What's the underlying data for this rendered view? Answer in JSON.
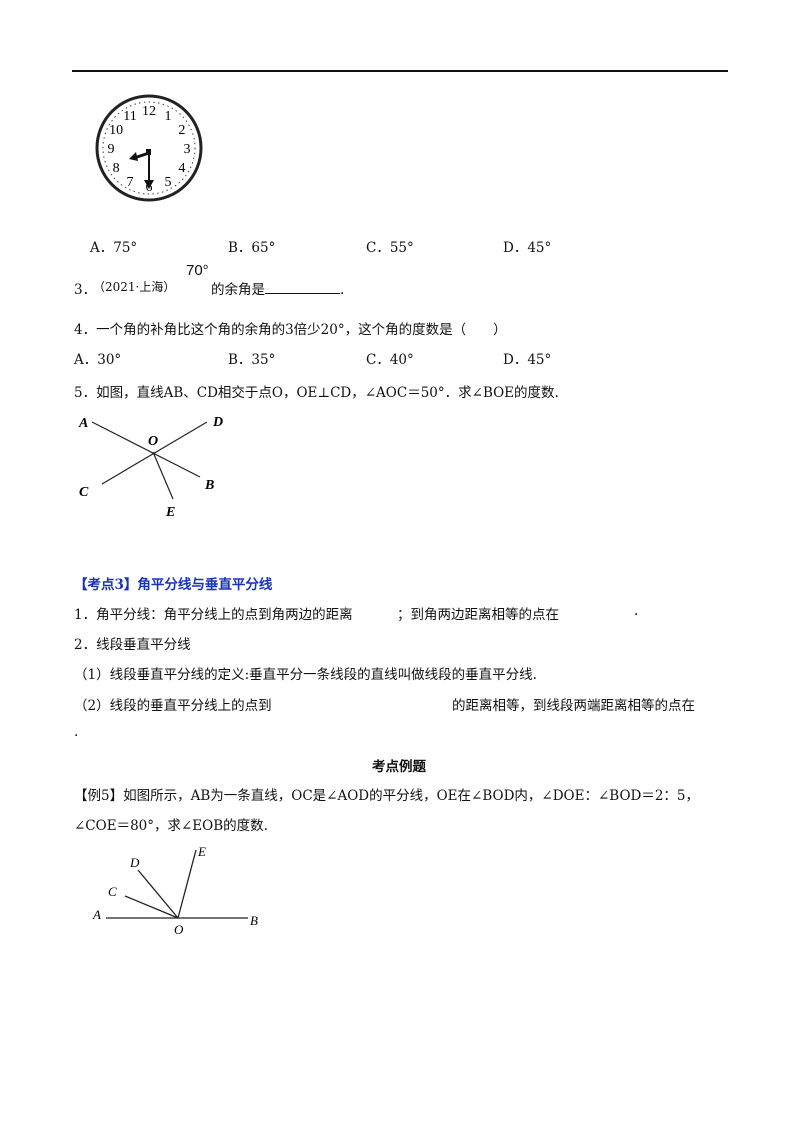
{
  "q2": {
    "options": [
      "A．75°",
      "B．65°",
      "C．55°",
      "D．45°"
    ],
    "clock_numbers": [
      "12",
      "1",
      "2",
      "3",
      "4",
      "5",
      "6",
      "7",
      "8",
      "9",
      "10",
      "11"
    ]
  },
  "q3": {
    "number": "3．",
    "source": "（2021·上海）",
    "angle": "70°",
    "text": "的余角是",
    "end": "."
  },
  "q4": {
    "text": "4．一个角的补角比这个角的余角的3倍少20°，这个角的度数是（　　）",
    "options": [
      "A．30°",
      "B．35°",
      "C．40°",
      "D．45°"
    ]
  },
  "q5": {
    "text": "5．如图，直线AB、CD相交于点O，OE⊥CD，∠AOC＝50°．求∠BOE的度数.",
    "labels": {
      "A": "A",
      "B": "B",
      "C": "C",
      "D": "D",
      "E": "E",
      "O": "O"
    }
  },
  "section3": {
    "title": "【考点3】角平分线与垂直平分线",
    "line1a": "1．角平分线：角平分线上的点到角两边的距离",
    "line1b": "；到角两边距离相等的点在",
    "line1c": ".",
    "line2": "2．线段垂直平分线",
    "line3": "（1）线段垂直平分线的定义:垂直平分一条线段的直线叫做线段的垂直平分线.",
    "line4a": "（2）线段的垂直平分线上的点到",
    "line4b": "的距离相等，到线段两端距离相等的点在",
    "line5": "."
  },
  "examples": {
    "heading": "考点例题",
    "ex5_tag": "【例5】",
    "ex5_line1": "如图所示，AB为一条直线，OC是∠AOD的平分线，OE在∠BOD内，∠DOE：∠BOD＝2：5，",
    "ex5_line2": "∠COE＝80°，求∠EOB的度数.",
    "labels": {
      "A": "A",
      "B": "B",
      "C": "C",
      "D": "D",
      "E": "E",
      "O": "O"
    }
  }
}
